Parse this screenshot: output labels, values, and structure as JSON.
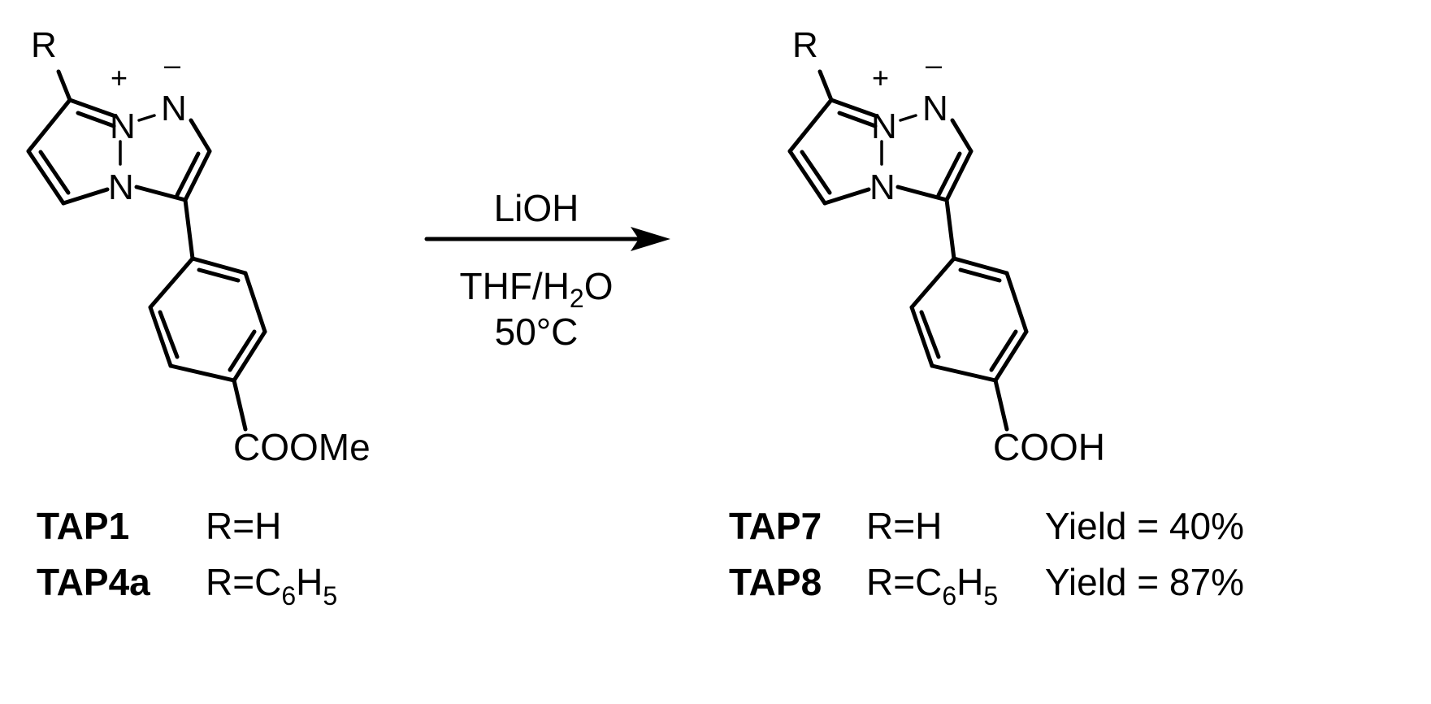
{
  "reactant": {
    "r_label": "R",
    "n_plus": "N",
    "plus": "+",
    "n_minus": "N",
    "minus": "–",
    "n_bridge": "N",
    "substituent": "COOMe"
  },
  "product": {
    "r_label": "R",
    "n_plus": "N",
    "plus": "+",
    "n_minus": "N",
    "minus": "–",
    "n_bridge": "N",
    "substituent": "COOH"
  },
  "conditions": {
    "reagent": "LiOH",
    "solvent_prefix": "THF/H",
    "solvent_sub": "2",
    "solvent_suffix": "O",
    "temperature": "50°C"
  },
  "reactant_labels": [
    {
      "compound": "TAP1",
      "r_eq": "R=H"
    },
    {
      "compound": "TAP4a",
      "r_prefix": "R=C",
      "r_sub1": "6",
      "r_mid": "H",
      "r_sub2": "5"
    }
  ],
  "product_labels": [
    {
      "compound": "TAP7",
      "r_eq": "R=H",
      "yield": "Yield = 40%"
    },
    {
      "compound": "TAP8",
      "r_prefix": "R=C",
      "r_sub1": "6",
      "r_mid": "H",
      "r_sub2": "5",
      "yield": "Yield = 87%"
    }
  ]
}
